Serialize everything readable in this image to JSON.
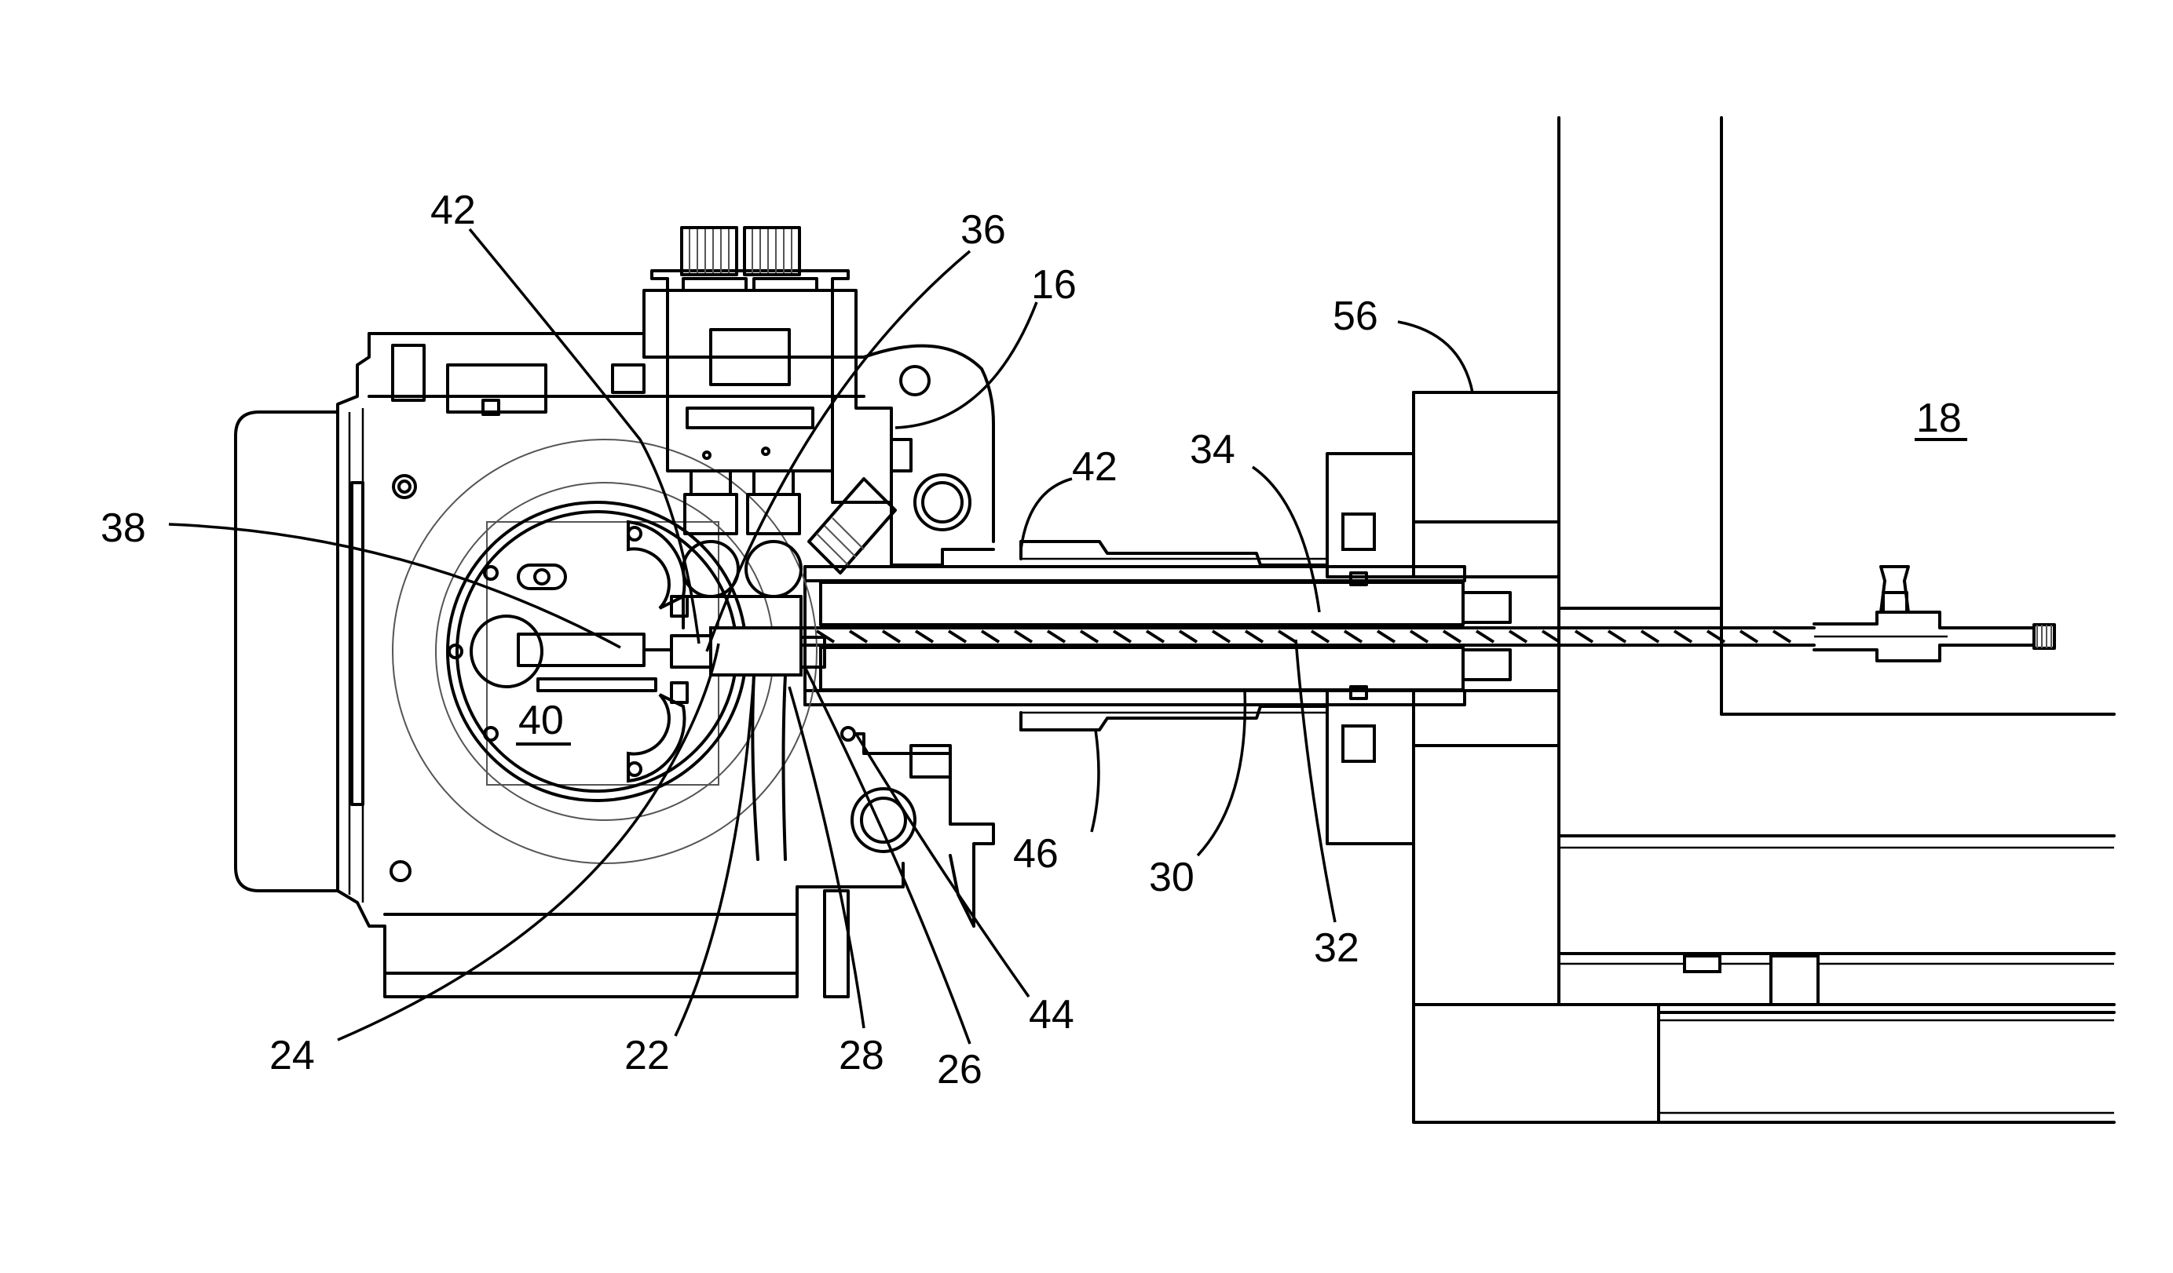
{
  "reference_numerals": [
    {
      "id": "ref-42-top",
      "text": "42",
      "underlined": false
    },
    {
      "id": "ref-36",
      "text": "36",
      "underlined": false
    },
    {
      "id": "ref-16",
      "text": "16",
      "underlined": false
    },
    {
      "id": "ref-56",
      "text": "56",
      "underlined": false
    },
    {
      "id": "ref-18",
      "text": "18",
      "underlined": true
    },
    {
      "id": "ref-34",
      "text": "34",
      "underlined": false
    },
    {
      "id": "ref-42-mid",
      "text": "42",
      "underlined": false
    },
    {
      "id": "ref-38",
      "text": "38",
      "underlined": false
    },
    {
      "id": "ref-40",
      "text": "40",
      "underlined": true
    },
    {
      "id": "ref-46",
      "text": "46",
      "underlined": false
    },
    {
      "id": "ref-30",
      "text": "30",
      "underlined": false
    },
    {
      "id": "ref-32",
      "text": "32",
      "underlined": false
    },
    {
      "id": "ref-44",
      "text": "44",
      "underlined": false
    },
    {
      "id": "ref-24",
      "text": "24",
      "underlined": false
    },
    {
      "id": "ref-22",
      "text": "22",
      "underlined": false
    },
    {
      "id": "ref-28",
      "text": "28",
      "underlined": false
    },
    {
      "id": "ref-26",
      "text": "26",
      "underlined": false
    }
  ]
}
